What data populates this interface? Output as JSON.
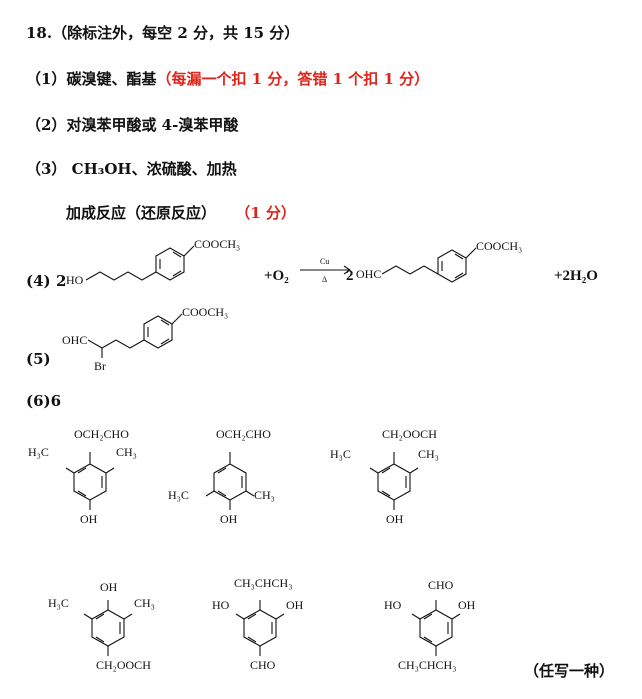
{
  "q18": {
    "header": "18.（除标注外，每空 2 分，共 15 分）",
    "p1_label": "（1）",
    "p1_text": "碳溴键、酯基",
    "p1_note": "（每漏一个扣 1 分，答错 1 个扣 1 分）",
    "p2_label": "（2）",
    "p2_text": "对溴苯甲酸或 4-溴苯甲酸",
    "p3_label": "（3）",
    "p3_text1": "CH₃OH、浓硫酸、加热",
    "p3_text2": "加成反应（还原反应）",
    "p3_note": "（1 分）",
    "p4_label": "(4)",
    "p4_coef1": "2",
    "p4_r_ho": "HO",
    "p4_r_ester": "COOCH₃",
    "p4_plus_o2": "+O₂",
    "p4_catalyst": "Cu",
    "p4_heat": "Δ",
    "p4_coef2": "2",
    "p4_p_ohc": "OHC",
    "p4_p_ester": "COOCH₃",
    "p4_plus_water": "+2H₂O",
    "p5_label": "(5)",
    "p5_ohc": "OHC",
    "p5_br": "Br",
    "p5_ester": "COOCH₃",
    "p6_label": "(6)",
    "p6_count": "6",
    "s1_top": "OCH₂CHO",
    "s1_left": "H₃C",
    "s1_right": "CH₃",
    "s1_bottom": "OH",
    "s2_top": "OCH₂CHO",
    "s2_left": "H₃C",
    "s2_right": "CH₃",
    "s2_bottom": "OH",
    "s3_top": "CH₂OOCH",
    "s3_left": "H₃C",
    "s3_right": "CH₃",
    "s3_bottom": "OH",
    "s4_top": "OH",
    "s4_left": "H₃C",
    "s4_right": "CH₃",
    "s4_bottom": "CH₂OOCH",
    "s5_top": "CH₃CHCH₃",
    "s5_left": "HO",
    "s5_right": "OH",
    "s5_bottom": "CHO",
    "s6_top": "CHO",
    "s6_left": "HO",
    "s6_right": "OH",
    "s6_bottom": "CH₃CHCH₃",
    "p6_note": "（任写一种）"
  }
}
